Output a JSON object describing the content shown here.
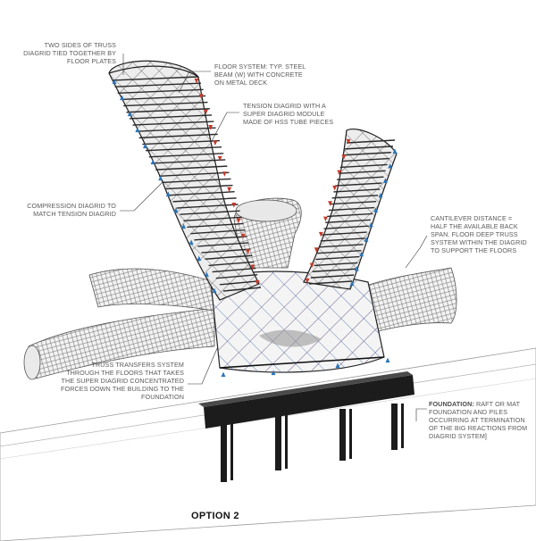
{
  "annotations": {
    "two_sides": [
      "TWO SIDES OF TRUSS",
      "DIAGRID TIED TOGETHER BY",
      "FLOOR PLATES"
    ],
    "floor_system": [
      "FLOOR SYSTEM: TYP. STEEL",
      "BEAM (W) WITH CONCRETE",
      "ON METAL DECK"
    ],
    "tension_diagrid": [
      "TENSION DIAGRID WITH A",
      "SUPER DIAGRID MODULE",
      "MADE OF HSS TUBE PIECES"
    ],
    "compression_diagrid": [
      "COMPRESSION DIAGRID TO",
      "MATCH TENSION DIAGRID"
    ],
    "cantilever": [
      "CANTILEVER DISTANCE =",
      "HALF THE AVAILABLE BACK",
      "SPAN. FLOOR DEEP TRUSS",
      "SYSTEM WITHIN THE DIAGRID",
      "TO SUPPORT THE FLOORS"
    ],
    "truss_transfers": [
      "TRUSS TRANSFERS SYSTEM",
      "THROUGH THE FLOORS THAT TAKES",
      "THE SUPER DIAGRID CONCENTRATED",
      "FORCES DOWN THE BUILDING TO THE",
      "FOUNDATION"
    ],
    "foundation_title": "FOUNDATION:",
    "foundation_lines": [
      " RAFT OR MAT",
      "FOUNDATION AND PILES",
      "OCCURRING AT TERMINATION",
      "OF THE BIG REACTIONS FROM",
      "DIAGRID SYSTEM]"
    ]
  },
  "caption": "OPTION 2",
  "colors": {
    "steel": "#3a3a3a",
    "mesh": "#6e6e6e",
    "tension_arrow": "#c43a2a",
    "compression_arrow": "#2b74b8",
    "foundation": "#1c1c1c",
    "ground": "#d9d9d9"
  }
}
